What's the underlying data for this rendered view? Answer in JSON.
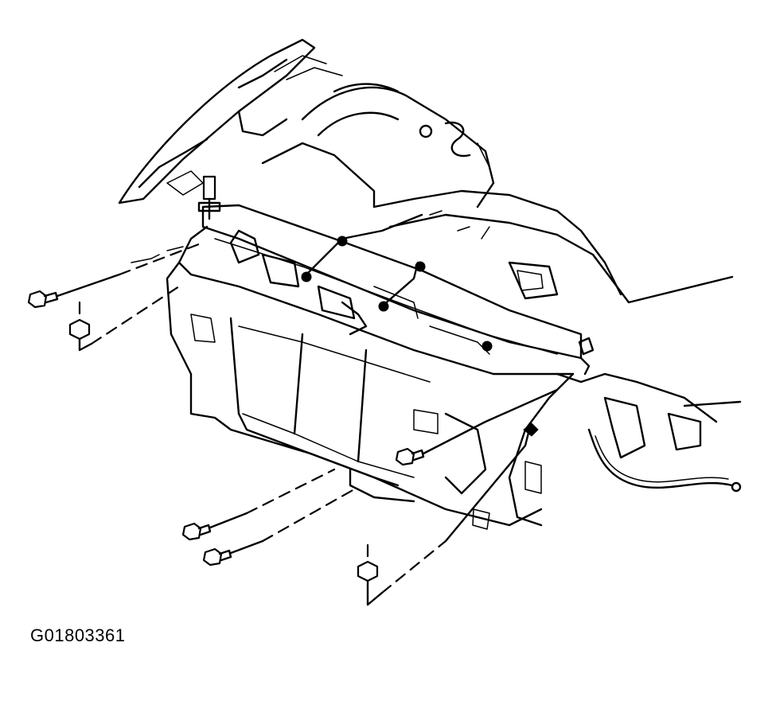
{
  "figure_id": "G01803361",
  "colors": {
    "line": "#000000",
    "background": "#ffffff"
  },
  "parts": [
    "hood-outline",
    "fender-apron-inner",
    "radiator-support",
    "radiator-core",
    "bumper-bracket",
    "wiring-harness",
    "mounting-bolts",
    "mounting-nuts"
  ]
}
